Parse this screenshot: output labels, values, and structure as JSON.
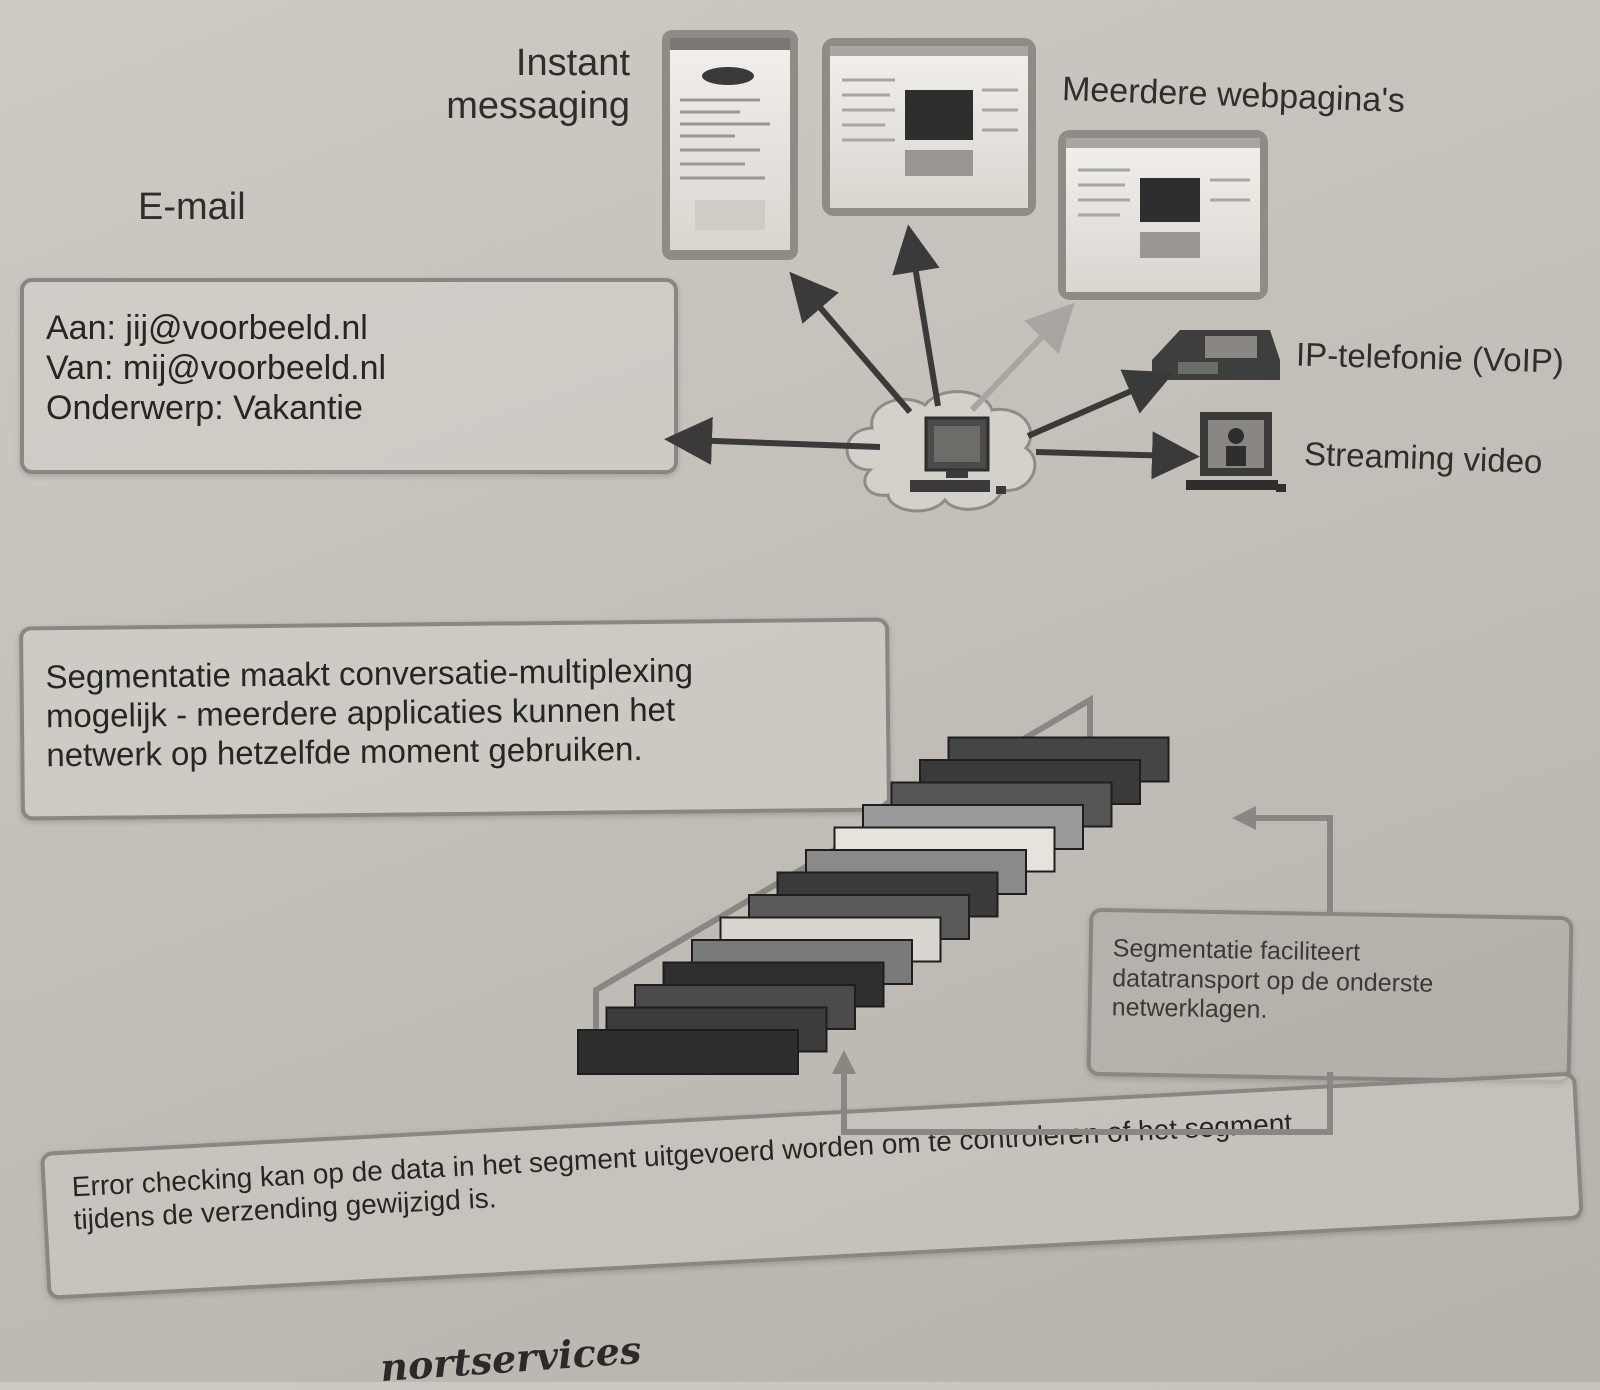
{
  "labels": {
    "instant_messaging": [
      "Instant",
      "messaging"
    ],
    "multiple_webpages": "Meerdere webpagina's",
    "email": "E-mail",
    "ip_telephony": "IP-telefonie (VoIP)",
    "streaming_video": "Streaming video"
  },
  "email_box": {
    "to": "Aan: jij@voorbeeld.nl",
    "from": "Van: mij@voorbeeld.nl",
    "subject": "Onderwerp: Vakantie"
  },
  "segmentation_box": {
    "lines": [
      "Segmentatie maakt conversatie-multiplexing",
      "mogelijk - meerdere applicaties kunnen het",
      "netwerk op hetzelfde moment gebruiken."
    ]
  },
  "transport_box": {
    "lines": [
      "Segmentatie faciliteert",
      "datatransport op de onderste",
      "netwerklagen."
    ]
  },
  "error_box": {
    "lines": [
      "Error checking kan op de data in het segment uitgevoerd worden om te controleren of het segment",
      "tijdens de verzending gewijzigd is."
    ]
  },
  "partial_heading": "nortservices",
  "segments": {
    "count": 14,
    "shades": [
      "#2e2e2e",
      "#3c3c3c",
      "#4a4a4a",
      "#2f2f2f",
      "#7a7a7a",
      "#d9d6d0",
      "#5a5a5a",
      "#3a3a3a",
      "#8a8a8a",
      "#e6e3dd",
      "#9a9a9a",
      "#555555",
      "#3a3a3a",
      "#454545"
    ]
  },
  "colors": {
    "arrow": "#3a3a3a",
    "arrow_light": "#a9a6a1",
    "box_border": "#8a8782"
  },
  "icons": [
    "cloud-icon",
    "computer-icon",
    "phone-icon",
    "video-terminal-icon",
    "browser-window-icon",
    "im-window-icon"
  ]
}
